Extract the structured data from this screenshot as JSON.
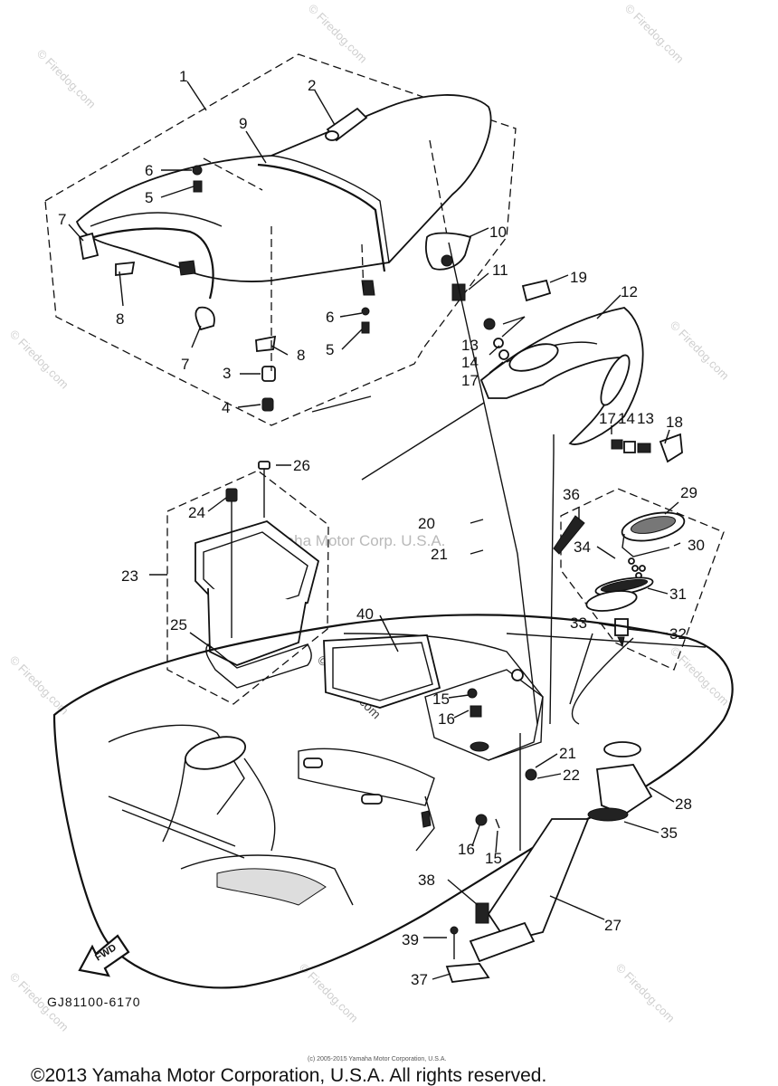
{
  "diagram": {
    "code": "GJ81100-6170",
    "fwd_label": "FWD",
    "callouts": [
      "1",
      "2",
      "9",
      "6",
      "5",
      "7",
      "8",
      "7",
      "3",
      "4",
      "8",
      "6",
      "5",
      "10",
      "11",
      "19",
      "12",
      "13",
      "14",
      "17",
      "17",
      "14",
      "13",
      "18",
      "26",
      "24",
      "23",
      "25",
      "36",
      "29",
      "20",
      "21",
      "30",
      "34",
      "31",
      "33",
      "32",
      "40",
      "15",
      "16",
      "21",
      "22",
      "28",
      "16",
      "15",
      "35",
      "38",
      "27",
      "39",
      "37"
    ]
  },
  "watermark": {
    "center_text": "Yamaha Motor Corp. U.S.A.",
    "site_text": "© Firedog.com",
    "small_text": "(c) 2005-2015 Yamaha Motor Corporation, U.S.A."
  },
  "footer": {
    "copyright": "©2013 Yamaha Motor Corporation, U.S.A. All rights reserved."
  }
}
